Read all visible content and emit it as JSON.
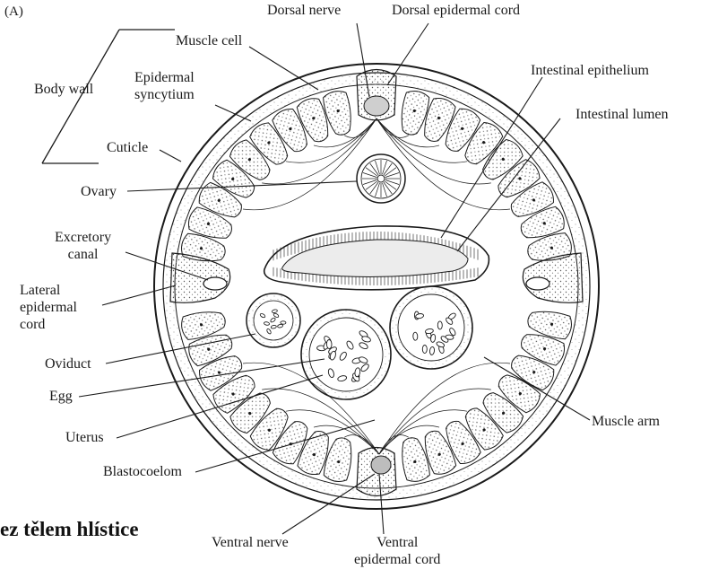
{
  "panel_label": "(A)",
  "caption": "ez tělem hlístice",
  "labels": {
    "dorsal_nerve": "Dorsal nerve",
    "dorsal_epidermal_cord": "Dorsal epidermal cord",
    "muscle_cell": "Muscle cell",
    "body_wall": "Body wall",
    "epidermal_syncytium": "Epidermal\nsyncytium",
    "intestinal_epithelium": "Intestinal epithelium",
    "intestinal_lumen": "Intestinal lumen",
    "cuticle": "Cuticle",
    "ovary": "Ovary",
    "excretory_canal": "Excretory\ncanal",
    "lateral_epidermal_cord": "Lateral\nepidermal\ncord",
    "oviduct": "Oviduct",
    "egg": "Egg",
    "uterus": "Uterus",
    "blastocoelom": "Blastocoelom",
    "muscle_arm": "Muscle arm",
    "ventral_nerve": "Ventral nerve",
    "ventral_epidermal_cord": "Ventral\nepidermal cord"
  },
  "colors": {
    "ink": "#1a1a1a",
    "stipple": "#555555",
    "cell_fill": "#f3f3f3",
    "lumen_fill": "#ececec"
  }
}
